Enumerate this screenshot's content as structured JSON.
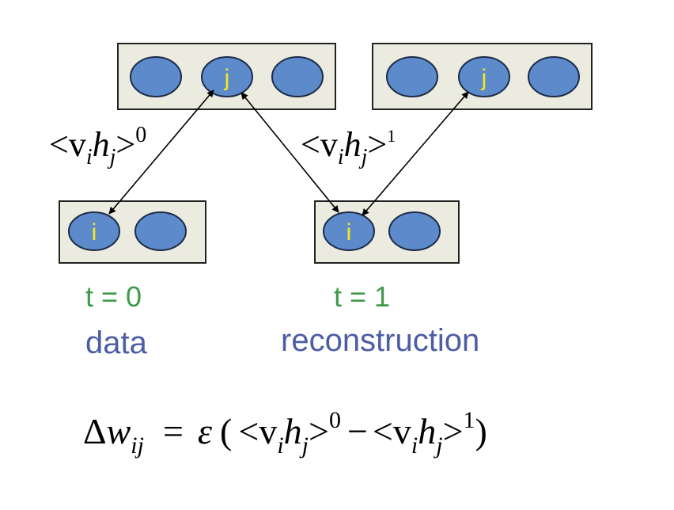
{
  "units": {
    "hidden_label": "j",
    "visible_label": "i"
  },
  "correlations": {
    "open": "<v",
    "v_sub": "i",
    "h": "h",
    "h_sub": "j",
    "close": ">",
    "sup_data": "0",
    "sup_recon": "1"
  },
  "phases": {
    "data": {
      "time": "t = 0",
      "caption": "data"
    },
    "reconstruction": {
      "time": "t = 1",
      "caption": "reconstruction"
    }
  },
  "formula": {
    "delta": "Δ",
    "w": "w",
    "w_sub": "ij",
    "equals": "=",
    "epsilon": "ε",
    "lparen": "(",
    "open": "<v",
    "v_sub": "i",
    "h": "h",
    "h_sub": "j",
    "close": ">",
    "sup0": "0",
    "minus": "−",
    "sup1": "1",
    "rparen": ")"
  },
  "colors": {
    "unit_fill": "#5d8acb",
    "unit_label": "#f3ea1e",
    "layer_box": "#ecebe0",
    "time_text": "#3f9a4a",
    "caption_text": "#4d5da4"
  }
}
